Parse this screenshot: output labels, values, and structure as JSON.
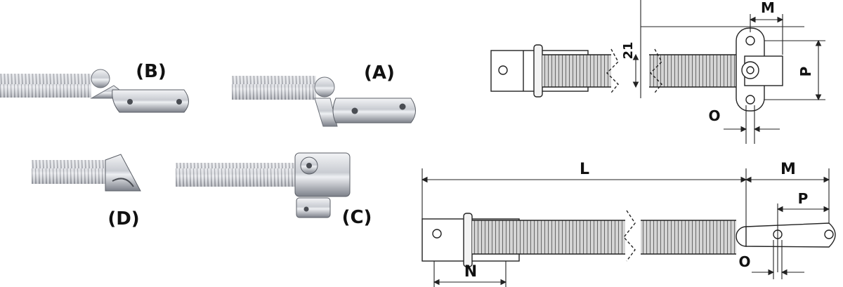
{
  "photo_labels": {
    "a": "(A)",
    "b": "(B)",
    "c": "(C)",
    "d": "(D)"
  },
  "dimensions": {
    "top": {
      "m": "M",
      "height": "21",
      "p": "P",
      "o": "O"
    },
    "bottom": {
      "l": "L",
      "m": "M",
      "p": "P",
      "n": "N",
      "o": "O"
    }
  },
  "colors": {
    "steel_light": "#e4e6ea",
    "steel_dark": "#6c7078",
    "spring_line": "#555555",
    "drawing_fill": "#d8d8d8",
    "line": "#222222"
  }
}
